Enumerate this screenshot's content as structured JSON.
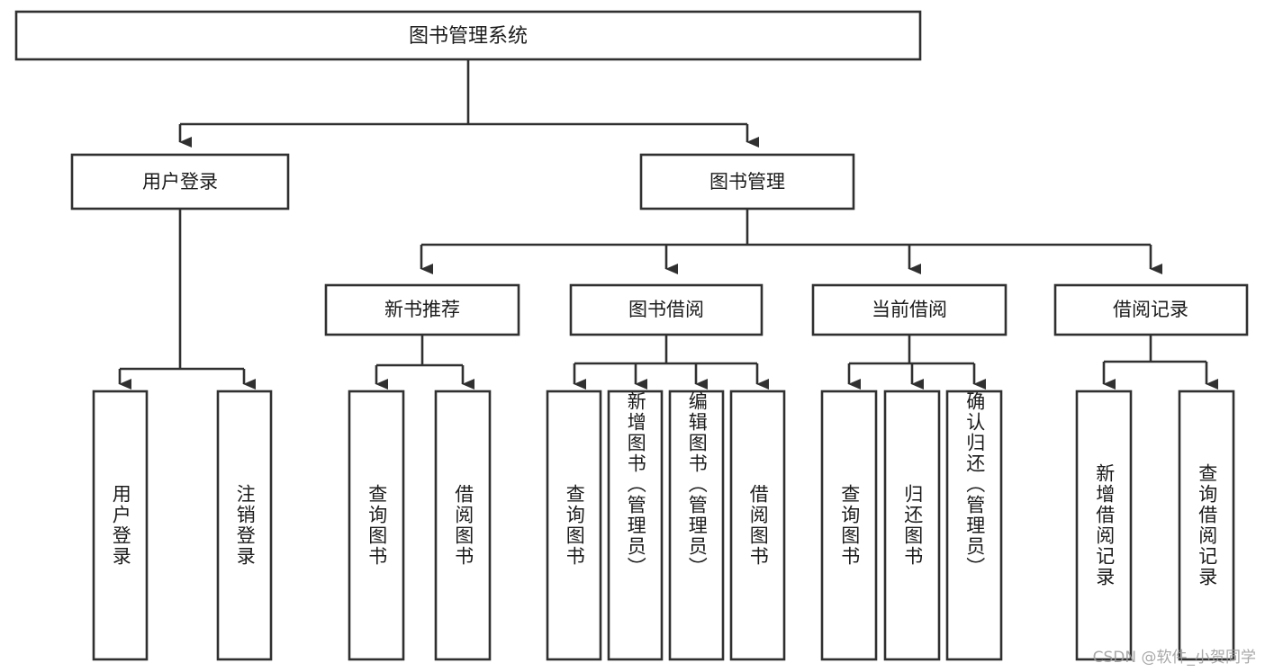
{
  "diagram": {
    "type": "tree",
    "title": "图书管理系统",
    "orientation": "top-down",
    "background_color": "#ffffff",
    "line_color": "#303030",
    "box_fill": "#ffffff",
    "text_color": "#1b1b1b"
  },
  "root": {
    "label": "图书管理系统"
  },
  "level2": [
    {
      "label": "用户登录"
    },
    {
      "label": "图书管理"
    }
  ],
  "level3": [
    {
      "label": "新书推荐"
    },
    {
      "label": "图书借阅"
    },
    {
      "label": "当前借阅"
    },
    {
      "label": "借阅记录"
    }
  ],
  "leaves": {
    "user_login": [
      {
        "label": "用户登录"
      },
      {
        "label": "注销登录"
      }
    ],
    "new_book_recommend": [
      {
        "label": "查询图书"
      },
      {
        "label": "借阅图书"
      }
    ],
    "book_borrow": [
      {
        "label": "查询图书"
      },
      {
        "label": "新增图书（管理员）"
      },
      {
        "label": "编辑图书（管理员）"
      },
      {
        "label": "借阅图书"
      }
    ],
    "current_borrow": [
      {
        "label": "查询图书"
      },
      {
        "label": "归还图书"
      },
      {
        "label": "确认归还（管理员）"
      }
    ],
    "borrow_record": [
      {
        "label": "新增借阅记录"
      },
      {
        "label": "查询借阅记录"
      }
    ]
  },
  "watermark": {
    "text": "CSDN @软件_小贺同学"
  }
}
